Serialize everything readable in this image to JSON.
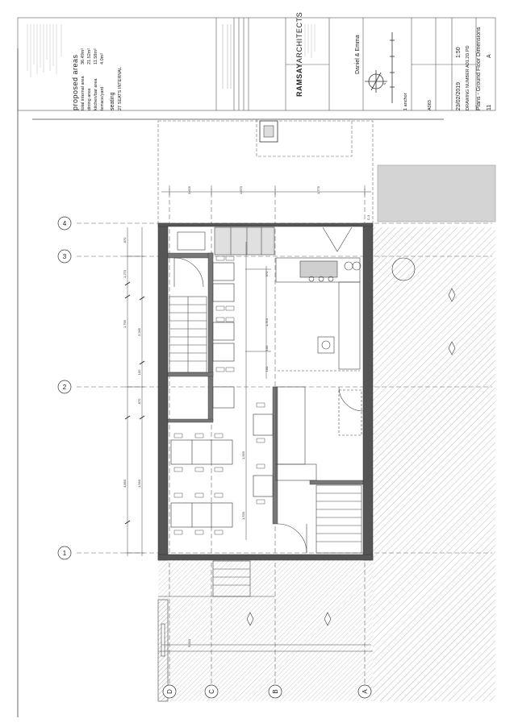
{
  "proposed_areas": {
    "heading": "proposed areas",
    "rows": [
      {
        "label": "total internal area",
        "value": "36.49m²"
      },
      {
        "label": "dining area",
        "value": "21.52m²"
      },
      {
        "label": "kitchen/bar area",
        "value": "11.58m²"
      },
      {
        "label": "terrace/yard",
        "value": "4.0m²"
      }
    ],
    "seating_heading": "seating",
    "seating_value": "27 SEATS INTERNAL"
  },
  "title_block": {
    "brand_bold": "RAMSAY",
    "brand_light": "ARCHITECTS",
    "client": "Daniel & Emma",
    "address": "1 anchor",
    "job_number": "A083",
    "date": "23/02/2019",
    "scale": "1:50",
    "drawing_number": "DRAWING NUMBER A01.2D.PD",
    "drawing_title": "Plans - Ground Floor Dimensions",
    "sheet": "11",
    "revision": "A"
  },
  "grid_markers": {
    "numbers": [
      "4",
      "3",
      "2",
      "1"
    ],
    "letters": [
      "D",
      "C",
      "B",
      "A"
    ]
  },
  "dimensions": {
    "left_chain": [
      "870",
      "1,270",
      "1,765",
      "2,285",
      "100",
      "870",
      "4,860",
      "1,560"
    ],
    "top_chain": [
      "3,625",
      "1,670",
      "1,775",
      "5,310"
    ],
    "interior": [
      "970",
      "1,370",
      "100",
      "100",
      "1,560",
      "1,530"
    ]
  },
  "section_marker": "C-3",
  "north_marker": "N"
}
